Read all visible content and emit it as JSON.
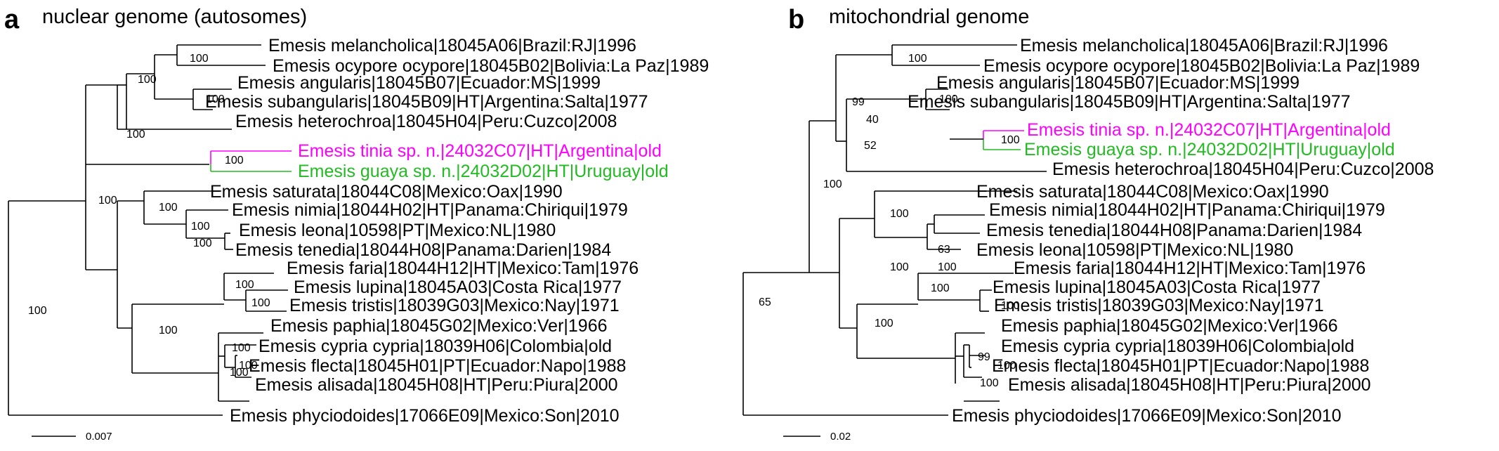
{
  "colors": {
    "default": "#000000",
    "highlight_magenta": "#ff00ff",
    "highlight_green": "#22bb22"
  },
  "panel_a": {
    "letter": "a",
    "title": "nuclear genome (autosomes)",
    "scale_label": "0.007",
    "tips": [
      {
        "label": "Emesis melancholica|18045A06|Brazil:RJ|1996",
        "color": "default"
      },
      {
        "label": "Emesis ocypore ocypore|18045B02|Bolivia:La Paz|1989",
        "color": "default"
      },
      {
        "label": "Emesis angularis|18045B07|Ecuador:MS|1999",
        "color": "default"
      },
      {
        "label": "Emesis subangularis|18045B09|HT|Argentina:Salta|1977",
        "color": "default"
      },
      {
        "label": "Emesis heterochroa|18045H04|Peru:Cuzco|2008",
        "color": "default"
      },
      {
        "label": "Emesis tinia sp. n.|24032C07|HT|Argentina|old",
        "color": "highlight_magenta"
      },
      {
        "label": "Emesis guaya sp. n.|24032D02|HT|Uruguay|old",
        "color": "highlight_green"
      },
      {
        "label": "Emesis saturata|18044C08|Mexico:Oax|1990",
        "color": "default"
      },
      {
        "label": "Emesis nimia|18044H02|HT|Panama:Chiriqui|1979",
        "color": "default"
      },
      {
        "label": "Emesis leona|10598|PT|Mexico:NL|1980",
        "color": "default"
      },
      {
        "label": "Emesis tenedia|18044H08|Panama:Darien|1984",
        "color": "default"
      },
      {
        "label": "Emesis faria|18044H12|HT|Mexico:Tam|1976",
        "color": "default"
      },
      {
        "label": "Emesis lupina|18045A03|Costa Rica|1977",
        "color": "default"
      },
      {
        "label": "Emesis tristis|18039G03|Mexico:Nay|1971",
        "color": "default"
      },
      {
        "label": "Emesis paphia|18045G02|Mexico:Ver|1966",
        "color": "default"
      },
      {
        "label": "Emesis cypria cypria|18039H06|Colombia|old",
        "color": "default"
      },
      {
        "label": "Emesis flecta|18045H01|PT|Ecuador:Napo|1988",
        "color": "default"
      },
      {
        "label": "Emesis alisada|18045H08|HT|Peru:Piura|2000",
        "color": "default"
      },
      {
        "label": "Emesis phyciodoides|17066E09|Mexico:Son|2010",
        "color": "default"
      }
    ],
    "support_values": [
      "100",
      "100",
      "100",
      "100",
      "100",
      "100",
      "100",
      "100",
      "100",
      "100",
      "100",
      "100",
      "100",
      "100",
      "100",
      "100"
    ]
  },
  "panel_b": {
    "letter": "b",
    "title": "mitochondrial genome",
    "scale_label": "0.02",
    "tips": [
      {
        "label": "Emesis melancholica|18045A06|Brazil:RJ|1996",
        "color": "default"
      },
      {
        "label": "Emesis ocypore ocypore|18045B02|Bolivia:La Paz|1989",
        "color": "default"
      },
      {
        "label": "Emesis angularis|18045B07|Ecuador:MS|1999",
        "color": "default"
      },
      {
        "label": "Emesis subangularis|18045B09|HT|Argentina:Salta|1977",
        "color": "default"
      },
      {
        "label": "Emesis tinia sp. n.|24032C07|HT|Argentina|old",
        "color": "highlight_magenta"
      },
      {
        "label": "Emesis guaya sp. n.|24032D02|HT|Uruguay|old",
        "color": "highlight_green"
      },
      {
        "label": "Emesis heterochroa|18045H04|Peru:Cuzco|2008",
        "color": "default"
      },
      {
        "label": "Emesis saturata|18044C08|Mexico:Oax|1990",
        "color": "default"
      },
      {
        "label": "Emesis nimia|18044H02|HT|Panama:Chiriqui|1979",
        "color": "default"
      },
      {
        "label": "Emesis tenedia|18044H08|Panama:Darien|1984",
        "color": "default"
      },
      {
        "label": "Emesis leona|10598|PT|Mexico:NL|1980",
        "color": "default"
      },
      {
        "label": "Emesis faria|18044H12|HT|Mexico:Tam|1976",
        "color": "default"
      },
      {
        "label": "Emesis lupina|18045A03|Costa Rica|1977",
        "color": "default"
      },
      {
        "label": "Emesis tristis|18039G03|Mexico:Nay|1971",
        "color": "default"
      },
      {
        "label": "Emesis paphia|18045G02|Mexico:Ver|1966",
        "color": "default"
      },
      {
        "label": "Emesis cypria cypria|18039H06|Colombia|old",
        "color": "default"
      },
      {
        "label": "Emesis flecta|18045H01|PT|Ecuador:Napo|1988",
        "color": "default"
      },
      {
        "label": "Emesis alisada|18045H08|HT|Peru:Piura|2000",
        "color": "default"
      },
      {
        "label": "Emesis phyciodoides|17066E09|Mexico:Son|2010",
        "color": "default"
      }
    ],
    "support_values": [
      "100",
      "100",
      "99",
      "40",
      "52",
      "100",
      "100",
      "100",
      "100",
      "63",
      "100",
      "100",
      "100",
      "100",
      "99",
      "100",
      "100",
      "65"
    ]
  }
}
